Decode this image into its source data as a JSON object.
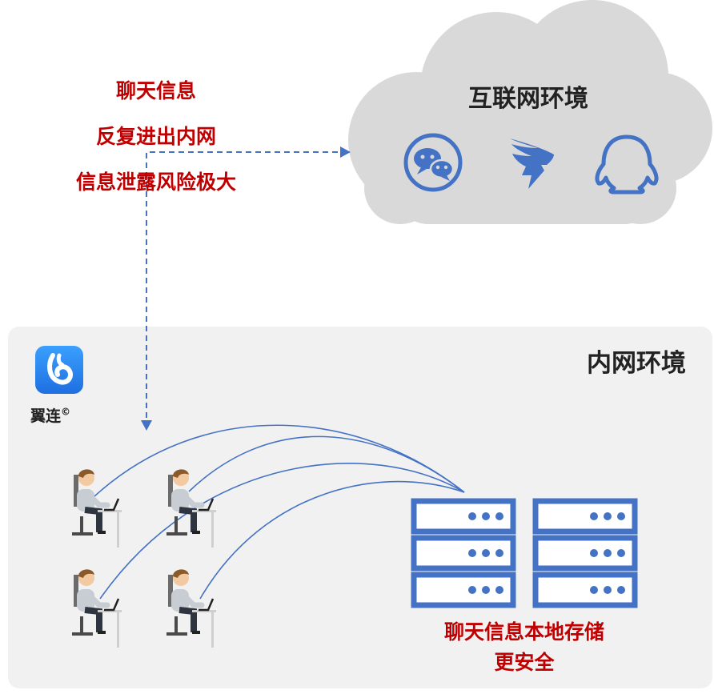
{
  "cloud": {
    "title": "互联网环境",
    "icons": [
      "wechat-icon",
      "dingtalk-icon",
      "qq-icon"
    ],
    "fill": "#d9d9d9"
  },
  "warning": {
    "lines": [
      "聊天信息",
      "反复进出内网",
      "信息泄露风险极大"
    ],
    "color": "#c00000"
  },
  "intranet": {
    "title": "内网环境",
    "logo_text": "翼连",
    "logo_mark": "©"
  },
  "storage": {
    "lines": [
      "聊天信息本地存储",
      "更安全"
    ],
    "color": "#c00000"
  },
  "colors": {
    "accent": "#4472c4",
    "server": "#4472c4"
  },
  "people": {
    "count": 4
  }
}
